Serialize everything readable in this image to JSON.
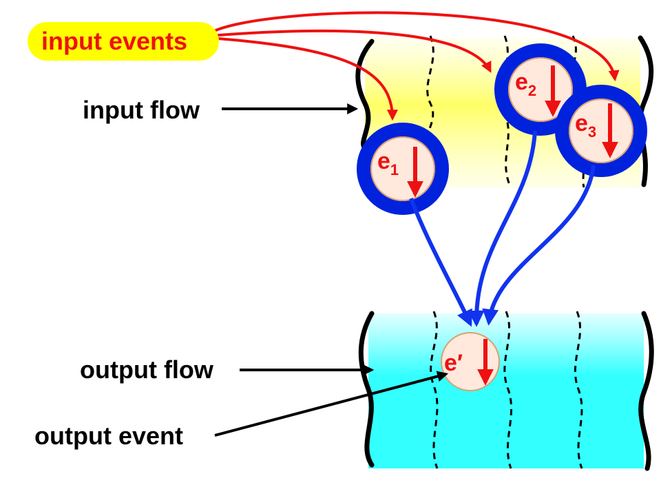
{
  "labels": {
    "input_events": "input events",
    "input_flow": "input flow",
    "output_flow": "output flow",
    "output_event": "output event"
  },
  "events": {
    "e1": {
      "base": "e",
      "sub": "1"
    },
    "e2": {
      "base": "e",
      "sub": "2"
    },
    "e3": {
      "base": "e",
      "sub": "3"
    },
    "out": {
      "text": "e′"
    }
  },
  "colors": {
    "input_flow_fill": "#ffff66",
    "output_flow_fill": "#33ffff",
    "event_ring": "#0022dd",
    "event_fill": "#ffe8dc",
    "arrow_red": "#ee1111",
    "arrow_blue": "#1133ee",
    "label_red": "#ee1111",
    "label_badge": "#ffff00"
  }
}
